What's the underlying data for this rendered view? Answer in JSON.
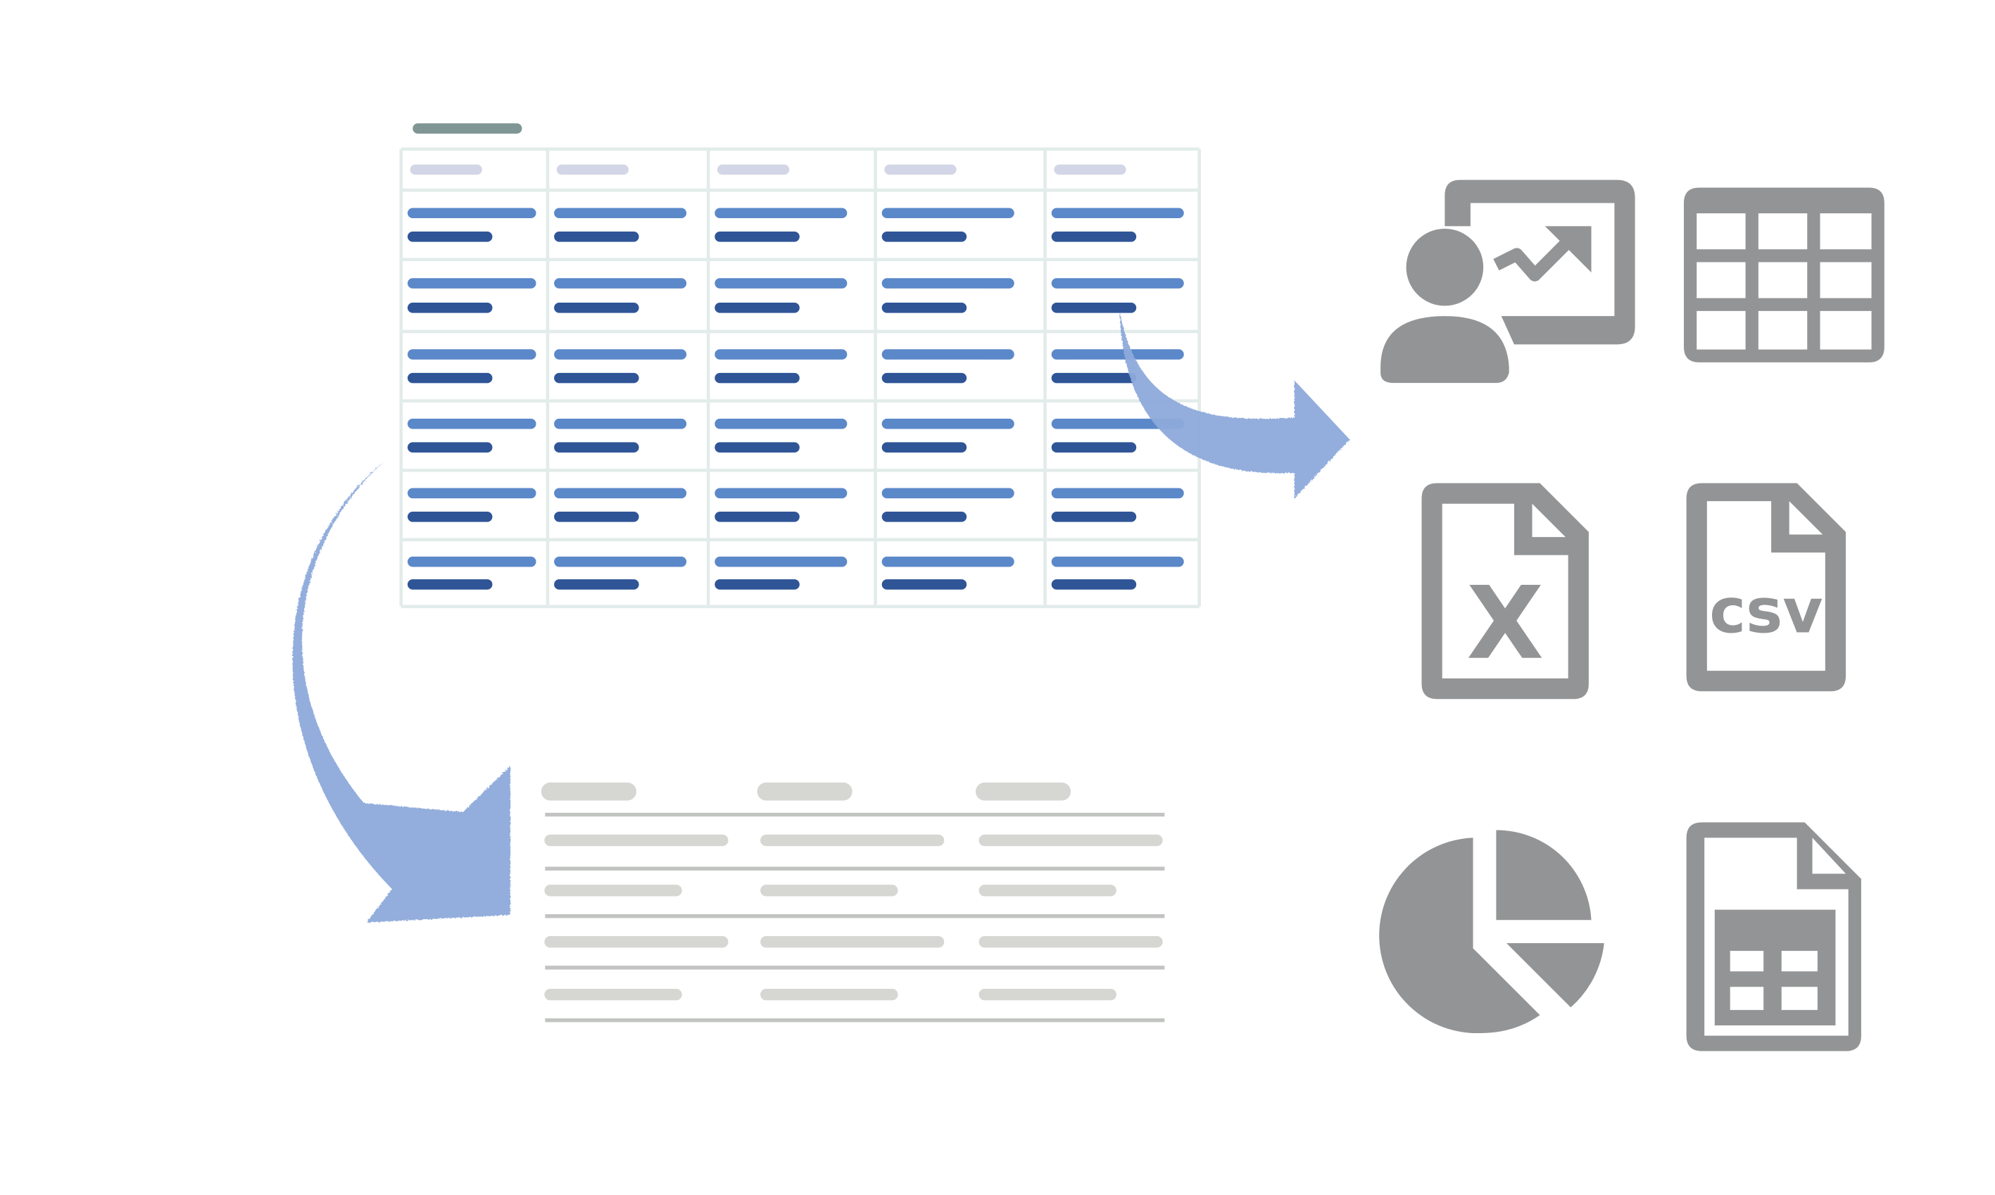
{
  "colors": {
    "background": "#ffffff",
    "source_title_bar": "#7f9694",
    "source_grid_line": "#e2ecea",
    "source_header_bar": "#d3d6e6",
    "source_value_primary": "#5b88c9",
    "source_value_secondary": "#2f5597",
    "arrow": "#8eaadb",
    "summary_bar": "#d6d6d3",
    "summary_rule": "#c2c4c2",
    "icon": "#939495"
  },
  "source_table": {
    "rows": 7,
    "columns": 5
  },
  "summary_table": {
    "rows": 5,
    "columns": 3
  },
  "export_icons": [
    {
      "name": "presentation-icon"
    },
    {
      "name": "grid-table-icon"
    },
    {
      "name": "excel-file-icon",
      "glyph": "X"
    },
    {
      "name": "csv-file-icon",
      "glyph": "csv"
    },
    {
      "name": "pie-chart-icon"
    },
    {
      "name": "spreadsheet-file-icon"
    }
  ]
}
